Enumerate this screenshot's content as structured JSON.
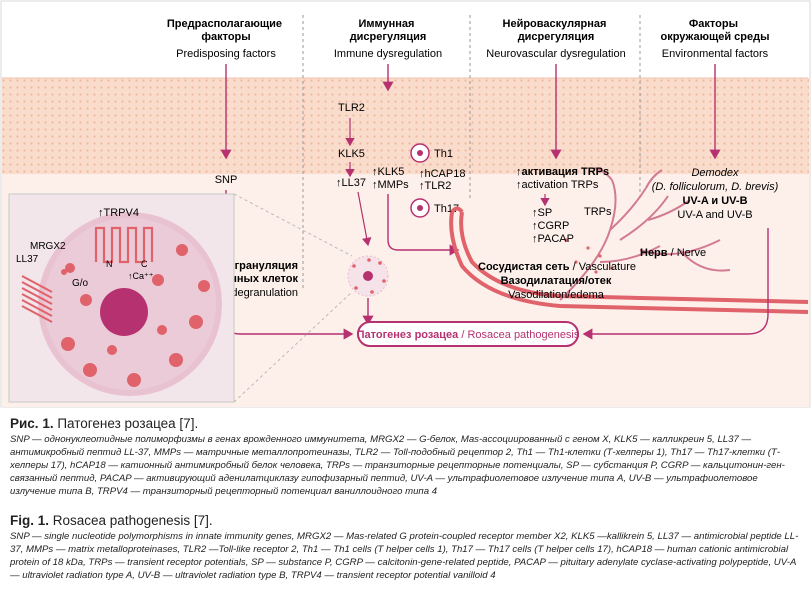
{
  "figure": {
    "columns": [
      {
        "ru": "Предрасполагающие\nфакторы",
        "en": "Predisposing factors"
      },
      {
        "ru": "Иммунная\nдисрегуляция",
        "en": "Immune dysregulation"
      },
      {
        "ru": "Нейроваскулярная\nдисрегуляция",
        "en": "Neurovascular dysregulation"
      },
      {
        "ru": "Факторы\nокружающей среды",
        "en": "Environmental factors"
      }
    ],
    "snp": "SNP",
    "tlr2": "TLR2",
    "klk5": "KLK5",
    "ll37": "↑LL37",
    "klk5_up": "↑KLK5",
    "mmps_up": "↑MMPs",
    "th1": "Th1",
    "hcap18": "↑hCAP18",
    "tlr2_up": "↑TLR2",
    "th17": "Th17",
    "trp_activation_ru": "↑активация TRPs",
    "trp_activation_en": "↑activation TRPs",
    "sp": "↑SP",
    "cgrp": "↑CGRP",
    "pacap": "↑PACAP",
    "trps": "TRPs",
    "demodex": "Demodex",
    "demodex_species": "(D. folliculorum, D. brevis)",
    "uv_ru": "UV-A и UV-B",
    "uv_en": "UV-A and UV-B",
    "nerve_ru": "Нерв",
    "nerve_en": "Nerve",
    "vasc_ru": "Сосудистая сеть",
    "vasc_en": "Vasculature",
    "vasodil_ru": "Вазодилатация/отек",
    "vasodil_en": "Vasodilation/edema",
    "mast_ru_1": "Дегрануляция",
    "mast_ru_2": "тучных клеток",
    "mast_en": "Mast cell degranulation",
    "pathogenesis_ru": "Патогенез розацеа",
    "pathogenesis_en": "Rosacea pathogenesis",
    "trpv4": "↑TRPV4",
    "mrgx2": "MRGX2",
    "ll37_cell": "LL37",
    "go": "G/o",
    "n": "N",
    "c": "C",
    "ca": "↑Ca⁺⁺",
    "colors": {
      "magenta": "#b5316f",
      "skin": "#f7d6c4",
      "salmon": "#e0626a",
      "cell": "#ecc6d6"
    }
  },
  "caption_ru": {
    "label": "Рис. 1.",
    "title": " Патогенез розацеа [7].",
    "text": "SNP — однонуклеотидные полиморфизмы в генах врожденного иммунитета, MRGX2 — G-белок, Mas-ассоциированный с геном X, KLK5 — калликреин 5, LL37 — антимикробный пептид LL-37, MMPs — матричные металлопротеиназы, TLR2 — Toll-подобный рецептор 2, Th1 — Th1-клетки (Т-хелперы 1), Th17 — Th17-клетки (Т-хелперы 17), hCAP18 — катионный антимикробный белок человека, TRPs — транзиторные рецепторные потенциалы, SP — субстанция Р, CGRP — кальцитонин-ген-связанный пептид, PACAP — активирующий аденилатциклазу гипофизарный пептид, UV-A — ультрафиолетовое излучение типа А, UV-B — ультрафиолетовое излучение типа В, TRPV4 — транзиторный рецепторный потенциал ваниллоидного типа 4"
  },
  "caption_en": {
    "label": "Fig. 1.",
    "title": " Rosacea pathogenesis [7].",
    "text": "SNP — single nucleotide polymorphisms in innate immunity genes, MRGX2 — Mas-related G protein-coupled receptor member X2, KLK5 —kallikrein 5, LL37 — antimicrobial peptide LL-37, MMPs — matrix metalloproteinases, TLR2 —Toll-like receptor 2, Th1 — Th1 cells (T helper cells 1), Th17 — Th17 cells (T helper cells 17), hCAP18 — human cationic antimicrobial protein of 18 kDa, TRPs — transient receptor potentials, SP — substance P, CGRP — calcitonin-gene-related peptide, PACAP — pituitary adenylate cyclase-activating polypeptide, UV-A — ultraviolet radiation type A, UV-B — ultraviolet radiation type B, TRPV4 — transient receptor potential vanilloid 4"
  }
}
